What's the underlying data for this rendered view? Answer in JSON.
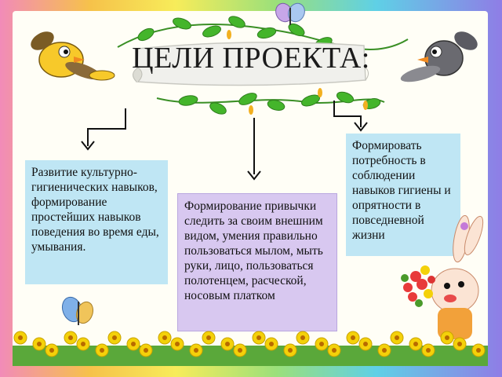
{
  "title": "ЦЕЛИ ПРОЕКТА:",
  "goals": [
    "Развитие культурно-гигиенических навыков, формирование простейших навыков поведения во время еды, умывания.",
    "Формирование привычки следить за своим внешним видом, умения правильно пользоваться мылом, мыть руки, лицо, пользоваться полотенцем, расческой, носовым платком",
    "Формировать потребность в соблюдении навыков гигиены и опрятности в повседневной жизни"
  ],
  "colors": {
    "box_blue": "#bfe6f4",
    "box_purple": "#d8c8f0",
    "leaf_green": "#3fae2a",
    "flower_yellow": "#f4d10a"
  }
}
